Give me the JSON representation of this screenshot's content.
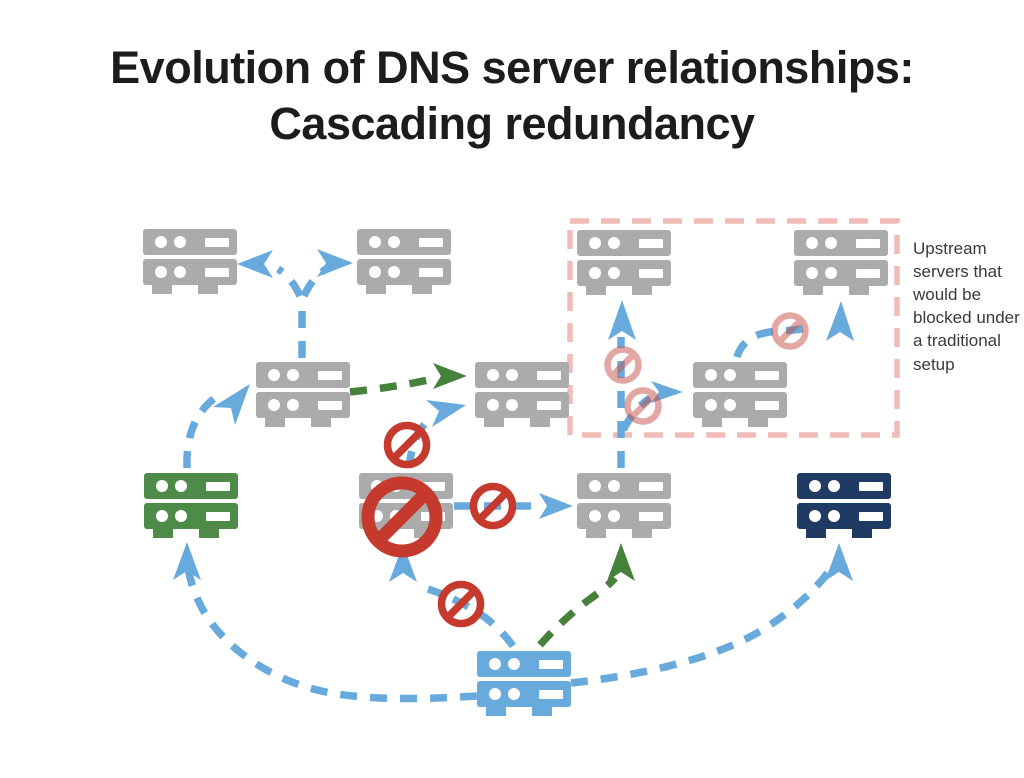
{
  "title": {
    "line1": "Evolution of DNS server relationships:",
    "line2": "Cascading redundancy"
  },
  "annotation": {
    "blocked_box_label": "Upstream servers that would be blocked under a traditional setup"
  },
  "colors": {
    "title": "#1c1c1c",
    "label": "#3a3a3a",
    "bg": "#ffffff",
    "server_gray": "#ababab",
    "server_green": "#4e8b49",
    "server_navy": "#1f3a63",
    "server_blue": "#68aadc",
    "arrow_blue": "#68aadc",
    "arrow_green": "#47823c",
    "blocked_red": "#c53a2c",
    "blocked_pink": "#c9524a",
    "box_pink": "#f0bcb7"
  },
  "diagram": {
    "nodes": [
      {
        "id": "upstream-left",
        "color": "gray"
      },
      {
        "id": "upstream-right",
        "color": "gray"
      },
      {
        "id": "relay-left",
        "color": "gray"
      },
      {
        "id": "relay-right",
        "color": "gray"
      },
      {
        "id": "boxed-upstream-left",
        "color": "gray",
        "in_blocked_box": true
      },
      {
        "id": "boxed-upstream-right",
        "color": "gray",
        "in_blocked_box": true
      },
      {
        "id": "boxed-relay",
        "color": "gray",
        "in_blocked_box": true
      },
      {
        "id": "fallback-green",
        "color": "green"
      },
      {
        "id": "blocked-server",
        "color": "gray",
        "blocked": true
      },
      {
        "id": "relay-center",
        "color": "gray"
      },
      {
        "id": "fallback-navy",
        "color": "navy"
      },
      {
        "id": "origin-server",
        "color": "blue"
      }
    ],
    "edges": [
      {
        "from": "relay-left",
        "to": "upstream-left",
        "style": "blue-dashed"
      },
      {
        "from": "relay-left",
        "to": "upstream-right",
        "style": "blue-dashed"
      },
      {
        "from": "fallback-green",
        "to": "relay-left",
        "style": "blue-dashed"
      },
      {
        "from": "relay-left",
        "to": "relay-right",
        "style": "green-dashed"
      },
      {
        "from": "blocked-server",
        "to": "relay-right",
        "style": "blue-dashed",
        "blocked": "red"
      },
      {
        "from": "blocked-server",
        "to": "relay-center",
        "style": "blue-dashed",
        "blocked": "red"
      },
      {
        "from": "relay-center",
        "to": "boxed-upstream-left",
        "style": "blue-dashed",
        "blocked": "pink"
      },
      {
        "from": "relay-center",
        "to": "boxed-relay",
        "style": "blue-dashed",
        "blocked": "pink"
      },
      {
        "from": "boxed-relay",
        "to": "boxed-upstream-right",
        "style": "blue-dashed",
        "blocked": "pink"
      },
      {
        "from": "origin-server",
        "to": "blocked-server",
        "style": "blue-dashed",
        "blocked": "red"
      },
      {
        "from": "origin-server",
        "to": "relay-center",
        "style": "green-dashed"
      },
      {
        "from": "origin-server",
        "to": "fallback-green",
        "style": "blue-dashed"
      },
      {
        "from": "origin-server",
        "to": "fallback-navy",
        "style": "blue-dashed"
      }
    ]
  }
}
